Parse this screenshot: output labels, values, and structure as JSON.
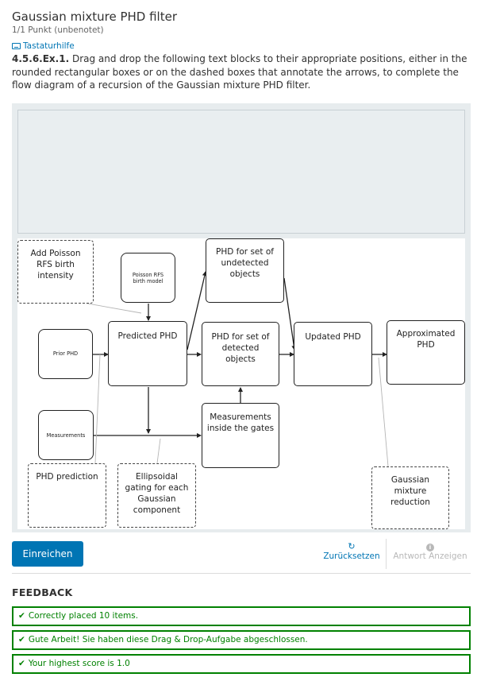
{
  "header": {
    "title": "Gaussian mixture PHD filter",
    "points": "1/1 Punkt (unbenotet)",
    "keyboard_help": "Tastaturhilfe"
  },
  "question": {
    "number": "4.5.6.Ex.1.",
    "text": "Drag and drop the following text blocks to their appropriate positions, either in the rounded rectangular boxes or on the dashed boxes that annotate the arrows, to complete the flow diagram of a recursion of the Gaussian mixture PHD filter."
  },
  "diagram": {
    "add_poisson": [
      "Add Poisson",
      "RFS birth",
      "intensity"
    ],
    "poisson_model": [
      "Poisson RFS",
      "birth model"
    ],
    "undetected": [
      "PHD for set of",
      "undetected",
      "objects"
    ],
    "prior": "Prior PHD",
    "predicted": "Predicted PHD",
    "detected": [
      "PHD for set of",
      "detected",
      "objects"
    ],
    "updated": "Updated PHD",
    "approximated": [
      "Approximated",
      "PHD"
    ],
    "measurements": "Measurements",
    "meas_gates": [
      "Measurements",
      "inside the gates"
    ],
    "phd_prediction": "PHD prediction",
    "ellipsoidal": [
      "Ellipsoidal",
      "gating for each",
      "Gaussian",
      "component"
    ],
    "gm_reduction": [
      "Gaussian",
      "mixture",
      "reduction"
    ]
  },
  "controls": {
    "submit": "Einreichen",
    "reset": "Zurücksetzen",
    "show_answer": "Antwort Anzeigen"
  },
  "feedback": {
    "title": "FEEDBACK",
    "items": [
      "Correctly placed 10 items.",
      "Gute Arbeit! Sie haben diese Drag & Drop-Aufgabe abgeschlossen.",
      "Your highest score is 1.0"
    ]
  },
  "colors": {
    "accent": "#0075b4",
    "success": "#008100"
  }
}
